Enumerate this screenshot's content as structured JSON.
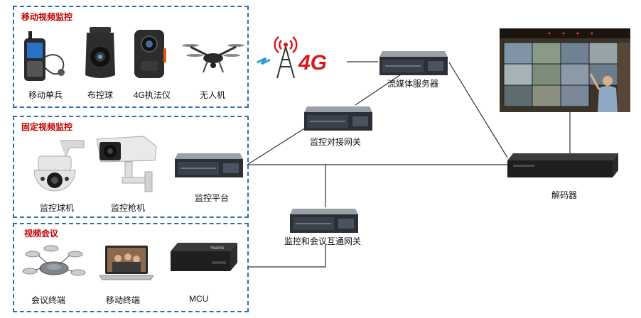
{
  "groups": {
    "mobile": {
      "title": "移动视频监控",
      "devices": [
        "移动单兵",
        "布控球",
        "4G执法仪",
        "无人机"
      ]
    },
    "fixed": {
      "title": "固定视频监控",
      "devices": [
        "监控球机",
        "监控枪机",
        "监控平台"
      ]
    },
    "conference": {
      "title": "视频会议",
      "devices": [
        "会议终端",
        "移动终端",
        "MCU"
      ]
    }
  },
  "network": {
    "badge": "4G",
    "streaming_server": "流媒体服务器",
    "gateway": "监控对接网关",
    "interop_gateway": "监控和会议互通网关",
    "decoder": "解码器",
    "mcu_brand": "Yealink"
  },
  "colors": {
    "group_border": "#2e6db3",
    "group_title": "#c00000",
    "badge": "#d71920",
    "wifi": "#2a9fd6",
    "line": "#333333"
  }
}
